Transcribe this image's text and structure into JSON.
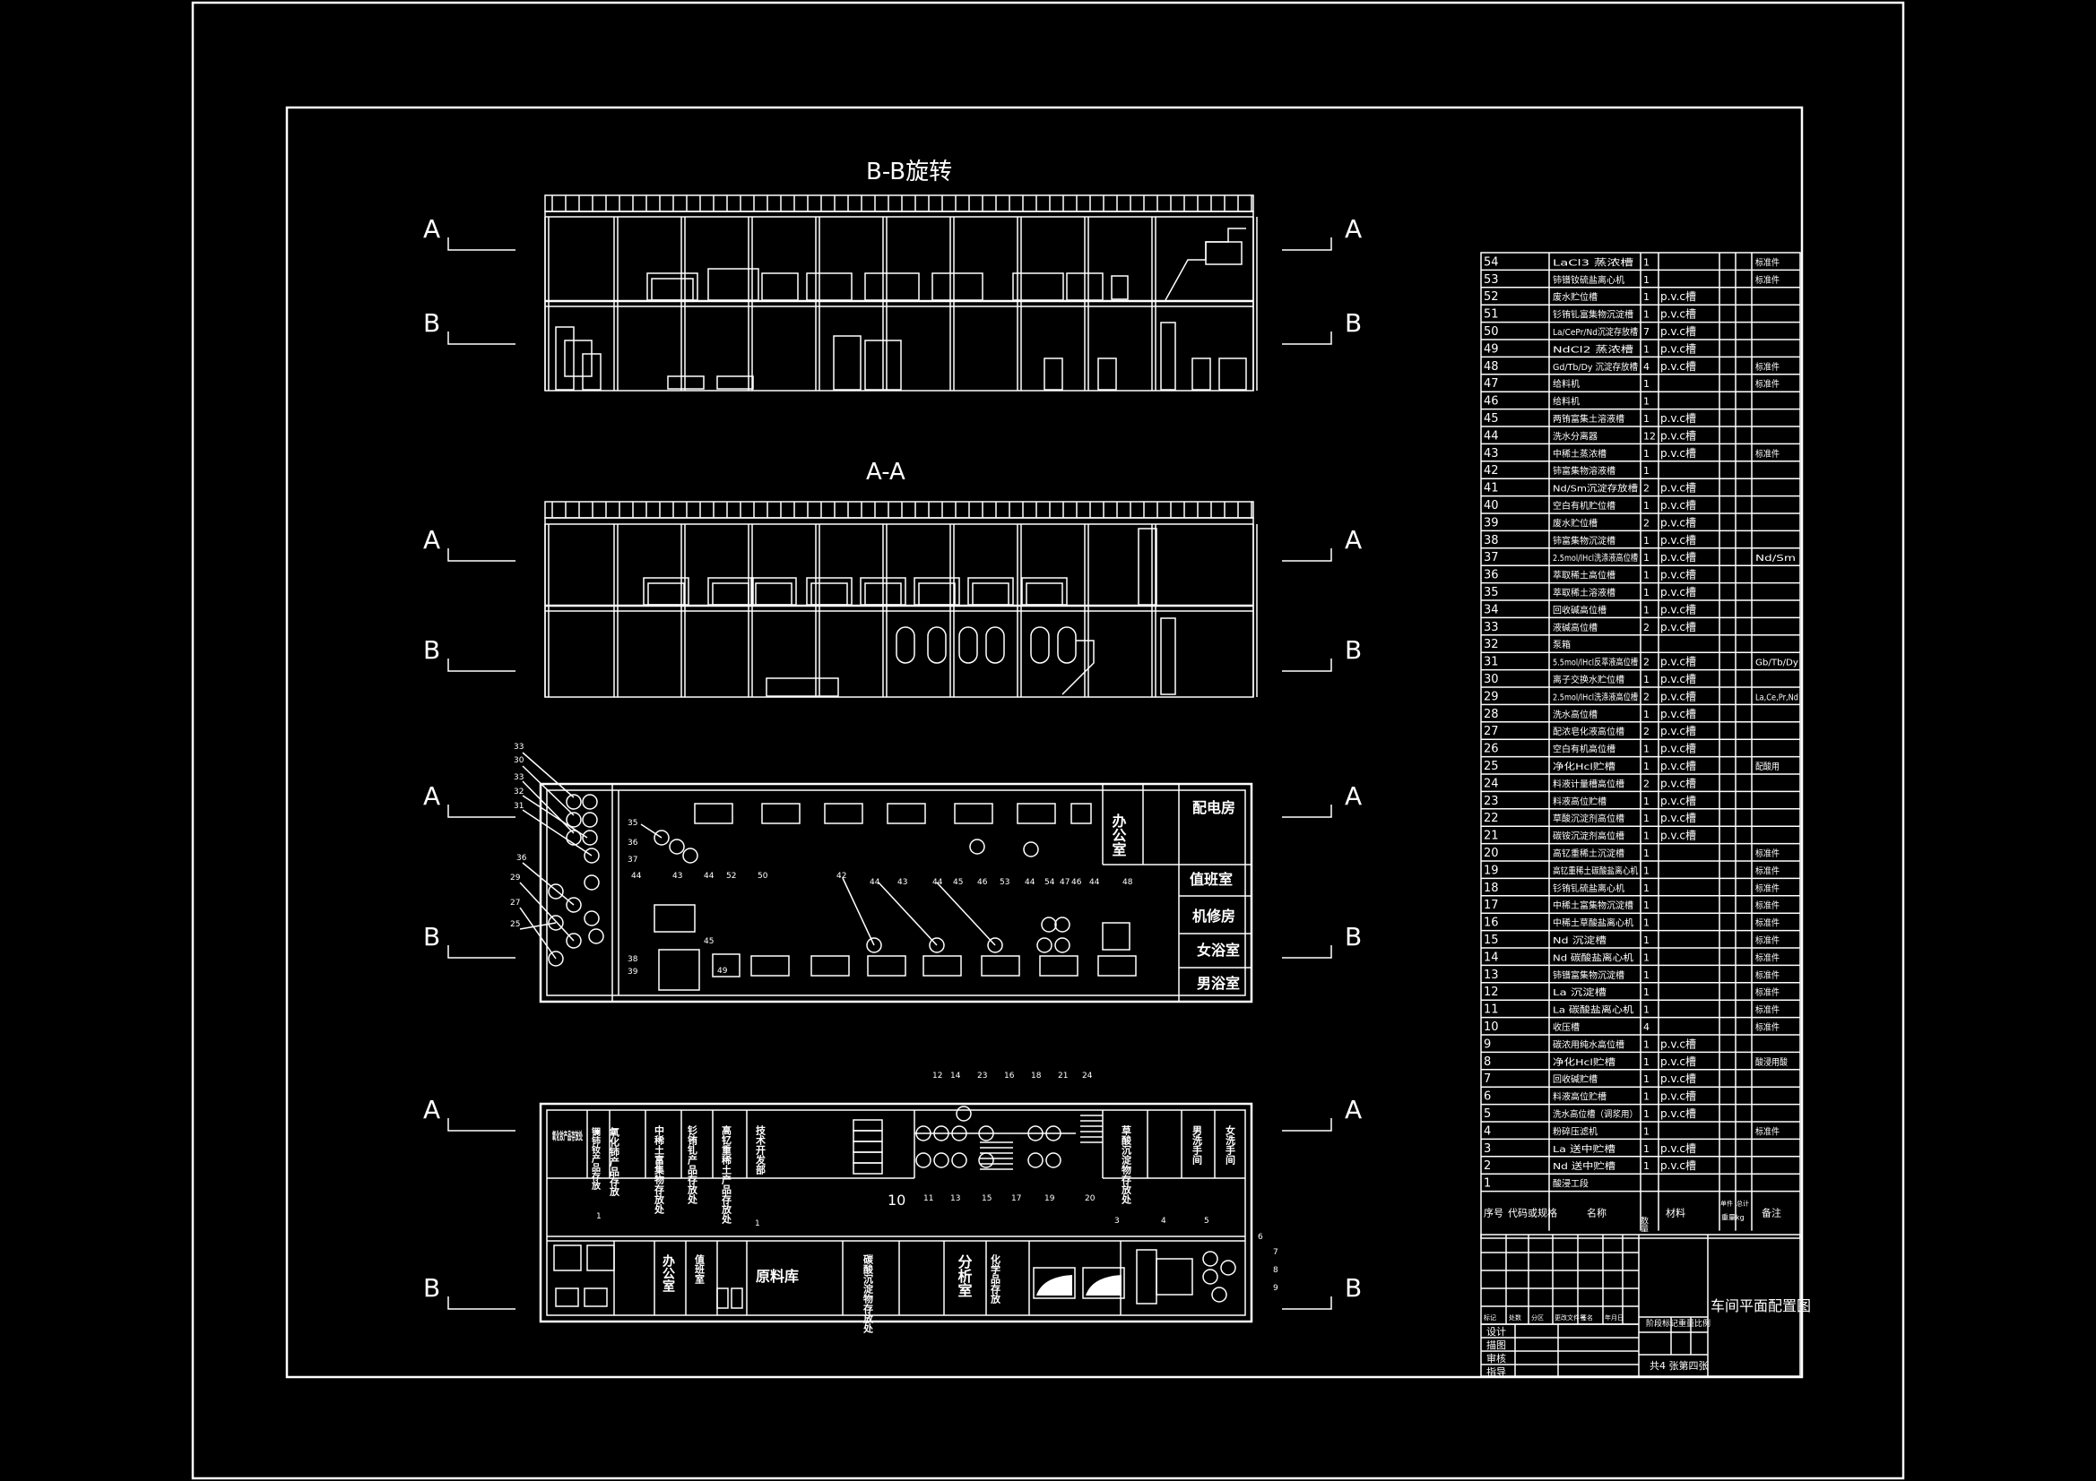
{
  "views": {
    "bb_title": "B-B旋转",
    "aa_title": "A-A",
    "cut_a": "A",
    "cut_b": "B"
  },
  "plan_rooms": {
    "office": "办公室",
    "power_room": "配电房",
    "duty_room": "值班室",
    "repair_room": "机修房",
    "women_bath": "女浴室",
    "men_bath": "男浴室"
  },
  "ground_rooms": {
    "r1": "氧化钕产品存放处",
    "r2": "镧铈钕产品存放",
    "r3": "氧化铈产品存放",
    "r4": "中稀土富集物存放处",
    "r5": "钐铕钆产品存放处",
    "r6": "高钇重稀土产品存放处",
    "r7": "技术开发部",
    "r8": "草酸沉淀物存放处",
    "r9": "男洗手间",
    "r10": "女洗手间",
    "r11": "办公室",
    "r12": "值班室",
    "r13": "原料库",
    "r14": "碳酸沉淀物存放处",
    "r15": "分析室",
    "r16": "化学品存放",
    "label_10": "10"
  },
  "plan_callouts": [
    "33",
    "30",
    "33",
    "32",
    "31",
    "36",
    "29",
    "27",
    "25",
    "35",
    "36",
    "37",
    "44",
    "43",
    "44",
    "52",
    "50",
    "42",
    "44",
    "43",
    "44",
    "45",
    "46",
    "53",
    "44",
    "54",
    "47",
    "46",
    "44",
    "48",
    "49",
    "45",
    "39",
    "38"
  ],
  "ground_callouts": [
    "12",
    "14",
    "23",
    "16",
    "18",
    "21",
    "24",
    "11",
    "13",
    "15",
    "17",
    "19",
    "20",
    "1",
    "1",
    "3",
    "4",
    "5",
    "6",
    "7",
    "8",
    "9"
  ],
  "parts_list": {
    "rows": [
      {
        "no": "54",
        "name": "LaCl3 蒸浓槽",
        "qty": "1",
        "mat": "",
        "note": "标准件"
      },
      {
        "no": "53",
        "name": "铈镨钕硫盐离心机",
        "qty": "1",
        "mat": "",
        "note": "标准件"
      },
      {
        "no": "52",
        "name": "废水贮位槽",
        "qty": "1",
        "mat": "p.v.c槽",
        "note": ""
      },
      {
        "no": "51",
        "name": "钐铕钆富集物沉淀槽",
        "qty": "1",
        "mat": "p.v.c槽",
        "note": ""
      },
      {
        "no": "50",
        "name": "La/CePr/Nd沉淀存放槽",
        "qty": "7",
        "mat": "p.v.c槽",
        "note": ""
      },
      {
        "no": "49",
        "name": "NdCl2 蒸浓槽",
        "qty": "1",
        "mat": "p.v.c槽",
        "note": ""
      },
      {
        "no": "48",
        "name": "Gd/Tb/Dy 沉淀存放槽",
        "qty": "4",
        "mat": "p.v.c槽",
        "note": "标准件"
      },
      {
        "no": "47",
        "name": "给料机",
        "qty": "1",
        "mat": "",
        "note": "标准件"
      },
      {
        "no": "46",
        "name": "给料机",
        "qty": "1",
        "mat": "",
        "note": ""
      },
      {
        "no": "45",
        "name": "两铕富集土溶液槽",
        "qty": "1",
        "mat": "p.v.c槽",
        "note": ""
      },
      {
        "no": "44",
        "name": "洗水分离器",
        "qty": "12",
        "mat": "p.v.c槽",
        "note": ""
      },
      {
        "no": "43",
        "name": "中稀土蒸浓槽",
        "qty": "1",
        "mat": "p.v.c槽",
        "note": "标准件"
      },
      {
        "no": "42",
        "name": "铈富集物溶液槽",
        "qty": "1",
        "mat": "",
        "note": ""
      },
      {
        "no": "41",
        "name": "Nd/Sm沉淀存放槽",
        "qty": "2",
        "mat": "p.v.c槽",
        "note": ""
      },
      {
        "no": "40",
        "name": "空白有机贮位槽",
        "qty": "1",
        "mat": "p.v.c槽",
        "note": ""
      },
      {
        "no": "39",
        "name": "废水贮位槽",
        "qty": "2",
        "mat": "p.v.c槽",
        "note": ""
      },
      {
        "no": "38",
        "name": "铈富集物沉淀槽",
        "qty": "1",
        "mat": "p.v.c槽",
        "note": ""
      },
      {
        "no": "37",
        "name": "2.5mol/lHcl洗涤液高位槽",
        "qty": "1",
        "mat": "p.v.c槽",
        "note": "Nd/Sm"
      },
      {
        "no": "36",
        "name": "萃取稀土高位槽",
        "qty": "1",
        "mat": "p.v.c槽",
        "note": ""
      },
      {
        "no": "35",
        "name": "萃取稀土溶液槽",
        "qty": "1",
        "mat": "p.v.c槽",
        "note": ""
      },
      {
        "no": "34",
        "name": "回收碱高位槽",
        "qty": "1",
        "mat": "p.v.c槽",
        "note": ""
      },
      {
        "no": "33",
        "name": "液碱高位槽",
        "qty": "2",
        "mat": "p.v.c槽",
        "note": ""
      },
      {
        "no": "32",
        "name": "泵箱",
        "qty": "",
        "mat": "",
        "note": ""
      },
      {
        "no": "31",
        "name": "5.5mol/lHcl反萃液高位槽",
        "qty": "2",
        "mat": "p.v.c槽",
        "note": "Gb/Tb/Dy"
      },
      {
        "no": "30",
        "name": "离子交换水贮位槽",
        "qty": "1",
        "mat": "p.v.c槽",
        "note": ""
      },
      {
        "no": "29",
        "name": "2.5mol/lHcl洗涤液高位槽",
        "qty": "2",
        "mat": "p.v.c槽",
        "note": "La,Ce,Pr,Nd"
      },
      {
        "no": "28",
        "name": "洗水高位槽",
        "qty": "1",
        "mat": "p.v.c槽",
        "note": ""
      },
      {
        "no": "27",
        "name": "配浓皂化液高位槽",
        "qty": "2",
        "mat": "p.v.c槽",
        "note": ""
      },
      {
        "no": "26",
        "name": "空白有机高位槽",
        "qty": "1",
        "mat": "p.v.c槽",
        "note": ""
      },
      {
        "no": "25",
        "name": "净化Hcl贮槽",
        "qty": "1",
        "mat": "p.v.c槽",
        "note": "配酸用"
      },
      {
        "no": "24",
        "name": "料液计量槽高位槽",
        "qty": "2",
        "mat": "p.v.c槽",
        "note": ""
      },
      {
        "no": "23",
        "name": "料液高位贮槽",
        "qty": "1",
        "mat": "p.v.c槽",
        "note": ""
      },
      {
        "no": "22",
        "name": "草酸沉淀剂高位槽",
        "qty": "1",
        "mat": "p.v.c槽",
        "note": ""
      },
      {
        "no": "21",
        "name": "碳铵沉淀剂高位槽",
        "qty": "1",
        "mat": "p.v.c槽",
        "note": ""
      },
      {
        "no": "20",
        "name": "高钇重稀土沉淀槽",
        "qty": "1",
        "mat": "",
        "note": "标准件"
      },
      {
        "no": "19",
        "name": "高钇重稀土碳酸盐离心机",
        "qty": "1",
        "mat": "",
        "note": "标准件"
      },
      {
        "no": "18",
        "name": "钐铕钆硫盐离心机",
        "qty": "1",
        "mat": "",
        "note": "标准件"
      },
      {
        "no": "17",
        "name": "中稀土富集物沉淀槽",
        "qty": "1",
        "mat": "",
        "note": "标准件"
      },
      {
        "no": "16",
        "name": "中稀土草酸盐离心机",
        "qty": "1",
        "mat": "",
        "note": "标准件"
      },
      {
        "no": "15",
        "name": "Nd 沉淀槽",
        "qty": "1",
        "mat": "",
        "note": "标准件"
      },
      {
        "no": "14",
        "name": "Nd 碳酸盐离心机",
        "qty": "1",
        "mat": "",
        "note": "标准件"
      },
      {
        "no": "13",
        "name": "铈镨富集物沉淀槽",
        "qty": "1",
        "mat": "",
        "note": "标准件"
      },
      {
        "no": "12",
        "name": "La 沉淀槽",
        "qty": "1",
        "mat": "",
        "note": "标准件"
      },
      {
        "no": "11",
        "name": "La 碳酸盐离心机",
        "qty": "1",
        "mat": "",
        "note": "标准件"
      },
      {
        "no": "10",
        "name": "收压槽",
        "qty": "4",
        "mat": "",
        "note": "标准件"
      },
      {
        "no": "9",
        "name": "碳浓用纯水高位槽",
        "qty": "1",
        "mat": "p.v.c槽",
        "note": ""
      },
      {
        "no": "8",
        "name": "净化Hcl贮槽",
        "qty": "1",
        "mat": "p.v.c槽",
        "note": "酸浸用酸"
      },
      {
        "no": "7",
        "name": "回收碱贮槽",
        "qty": "1",
        "mat": "p.v.c槽",
        "note": ""
      },
      {
        "no": "6",
        "name": "料液高位贮槽",
        "qty": "1",
        "mat": "p.v.c槽",
        "note": ""
      },
      {
        "no": "5",
        "name": "洗水高位槽（调浆用）",
        "qty": "1",
        "mat": "p.v.c槽",
        "note": ""
      },
      {
        "no": "4",
        "name": "粉碎压滤机",
        "qty": "1",
        "mat": "",
        "note": "标准件"
      },
      {
        "no": "3",
        "name": "La 送中贮槽",
        "qty": "1",
        "mat": "p.v.c槽",
        "note": ""
      },
      {
        "no": "2",
        "name": "Nd 送中贮槽",
        "qty": "1",
        "mat": "p.v.c槽",
        "note": ""
      },
      {
        "no": "1",
        "name": "酸浸工段",
        "qty": "",
        "mat": "",
        "note": ""
      }
    ],
    "header": {
      "no": "序号",
      "code": "代码或规格",
      "name": "名称",
      "qty": "数量",
      "mat": "材料",
      "unit_mass": "单件",
      "total_mass": "总计",
      "mass": "重量kg",
      "note": "备注"
    }
  },
  "title_block": {
    "drawing_title": "车间平面配置图",
    "row_labels": [
      "标记",
      "处数",
      "分区",
      "更改文件号",
      "签名",
      "年月日"
    ],
    "roles": [
      "设计",
      "描图",
      "审核",
      "指导"
    ],
    "stage_label": "阶段标记",
    "weight_label": "重量",
    "scale_label": "比例",
    "sheets": "共4 张第四张"
  }
}
